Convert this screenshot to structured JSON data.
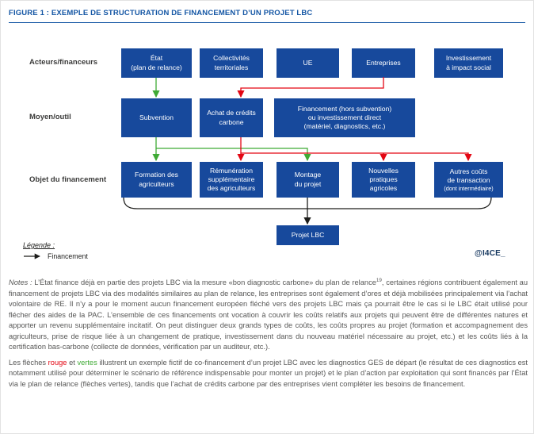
{
  "figure": {
    "title": "FIGURE 1 : EXEMPLE DE STRUCTURATION DE FINANCEMENT D’UN PROJET LBC"
  },
  "diagram": {
    "row_labels": {
      "actors": "Acteurs/financeurs",
      "means": "Moyen/outil",
      "objects": "Objet du financement"
    },
    "actors": [
      {
        "label": "État\n(plan de relance)"
      },
      {
        "label": "Collectivités\nterritoriales"
      },
      {
        "label": "UE"
      },
      {
        "label": "Entreprises"
      },
      {
        "label": "Investissement\nà impact social"
      }
    ],
    "means": [
      {
        "label": "Subvention"
      },
      {
        "label": "Achat de crédits\ncarbone"
      },
      {
        "label": "Financement (hors subvention)\nou investissement direct\n(matériel, diagnostics, etc.)"
      }
    ],
    "objects": [
      {
        "label": "Formation des\nagriculteurs"
      },
      {
        "label": "Rémunération\nsupplémentaire\ndes agriculteurs"
      },
      {
        "label": "Montage\ndu projet"
      },
      {
        "label": "Nouvelles\npratiques\nagricoles"
      },
      {
        "label": "Autres coûts\nde transaction",
        "sub": "(dont intermédiaire)"
      }
    ],
    "project": {
      "label": "Projet LBC"
    },
    "colors": {
      "box_blue": "#17499c",
      "arrow_green": "#3faa35",
      "arrow_red": "#e30613",
      "arrow_black": "#1d1d1b"
    }
  },
  "legend": {
    "title": "Légende :",
    "financement": "Financement"
  },
  "logo": "@I4CE_",
  "notes": {
    "label": "Notes :",
    "p1_a": " L’État finance déjà en partie des projets LBC via la mesure «bon diagnostic carbone» du plan de relance",
    "p1_sup": "19",
    "p1_b": ", certaines régions contribuent également au financement de projets LBC via des modalités similaires au plan de relance, les entreprises sont également d’ores et déjà mobilisées principalement via l’achat volontaire de RE. Il n’y a pour le moment aucun financement européen fléché vers des projets LBC mais ça pourrait être le cas si le LBC était utilisé pour flécher des aides de la PAC. L’ensemble de ces financements ont vocation à couvrir les coûts relatifs aux projets qui peuvent être de différentes natures et apporter un revenu supplémentaire incitatif. On peut distinguer deux grands types de coûts, les coûts propres au projet (formation et accompagnement des agriculteurs, prise de risque liée à un changement de pratique, investissement dans du nouveau matériel nécessaire au projet, etc.) et les coûts liés à la certification bas-carbone (collecte de données, vérification par un auditeur, etc.).",
    "p2_a": "Les flèches ",
    "p2_red": "rouge",
    "p2_b": " et ",
    "p2_green": "vertes",
    "p2_c": " illustrent un exemple fictif de co-financement d’un projet LBC avec les diagnostics GES de départ (le résultat de ces diagnostics est notamment utilisé pour déterminer le scénario de référence indispensable pour monter un projet) et le plan d’action par exploitation qui sont financés par l’État via le plan de relance (flèches vertes), tandis que l’achat de crédits carbone par des entreprises vient compléter les besoins de financement."
  }
}
